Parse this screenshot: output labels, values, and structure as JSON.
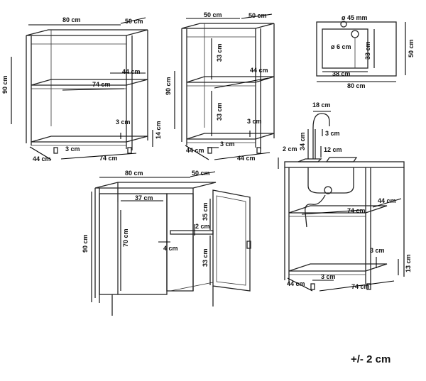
{
  "units": "cm",
  "tolerance": "+/- 2 cm",
  "open_shelf": {
    "width": "80 cm",
    "depth": "50 cm",
    "height": "90 cm",
    "inner_depth": "44 cm",
    "inner_width": "74 cm",
    "bottom_gap": "3 cm",
    "leg_gap": "3 cm",
    "base_depth": "44 cm",
    "base_width": "74 cm",
    "foot_height": "14 cm"
  },
  "narrow_shelf": {
    "width": "50 cm",
    "depth": "50 cm",
    "height": "90 cm",
    "upper_gap": "33 cm",
    "inner_depth": "44 cm",
    "lower_gap": "33 cm",
    "bottom_gap": "3 cm",
    "base_depth": "44 cm",
    "leg_gap": "3 cm",
    "base_width": "44 cm"
  },
  "sink_top_view": {
    "faucet_hole": "ø 45 mm",
    "drain_hole": "ø 6 cm",
    "basin_depth": "33 cm",
    "basin_width": "38 cm",
    "top_depth": "50 cm",
    "top_width": "80 cm"
  },
  "sink_unit": {
    "spout_reach": "18 cm",
    "faucet_height": "34 cm",
    "spout_height": "3 cm",
    "top_thickness": "2 cm",
    "basin_height": "12 cm",
    "inner_width": "74 cm",
    "inner_depth": "44 cm",
    "bottom_gap": "3 cm",
    "foot_height": "13 cm",
    "base_depth": "44 cm",
    "leg_gap": "3 cm",
    "base_width": "74 cm"
  },
  "cabinet": {
    "width": "80 cm",
    "depth": "50 cm",
    "height": "90 cm",
    "inner_width": "37 cm",
    "inner_height": "70 cm",
    "upper_height": "35 cm",
    "shelf_thickness": "2 cm",
    "shelf_inset": "4 cm",
    "lower_height": "33 cm"
  }
}
